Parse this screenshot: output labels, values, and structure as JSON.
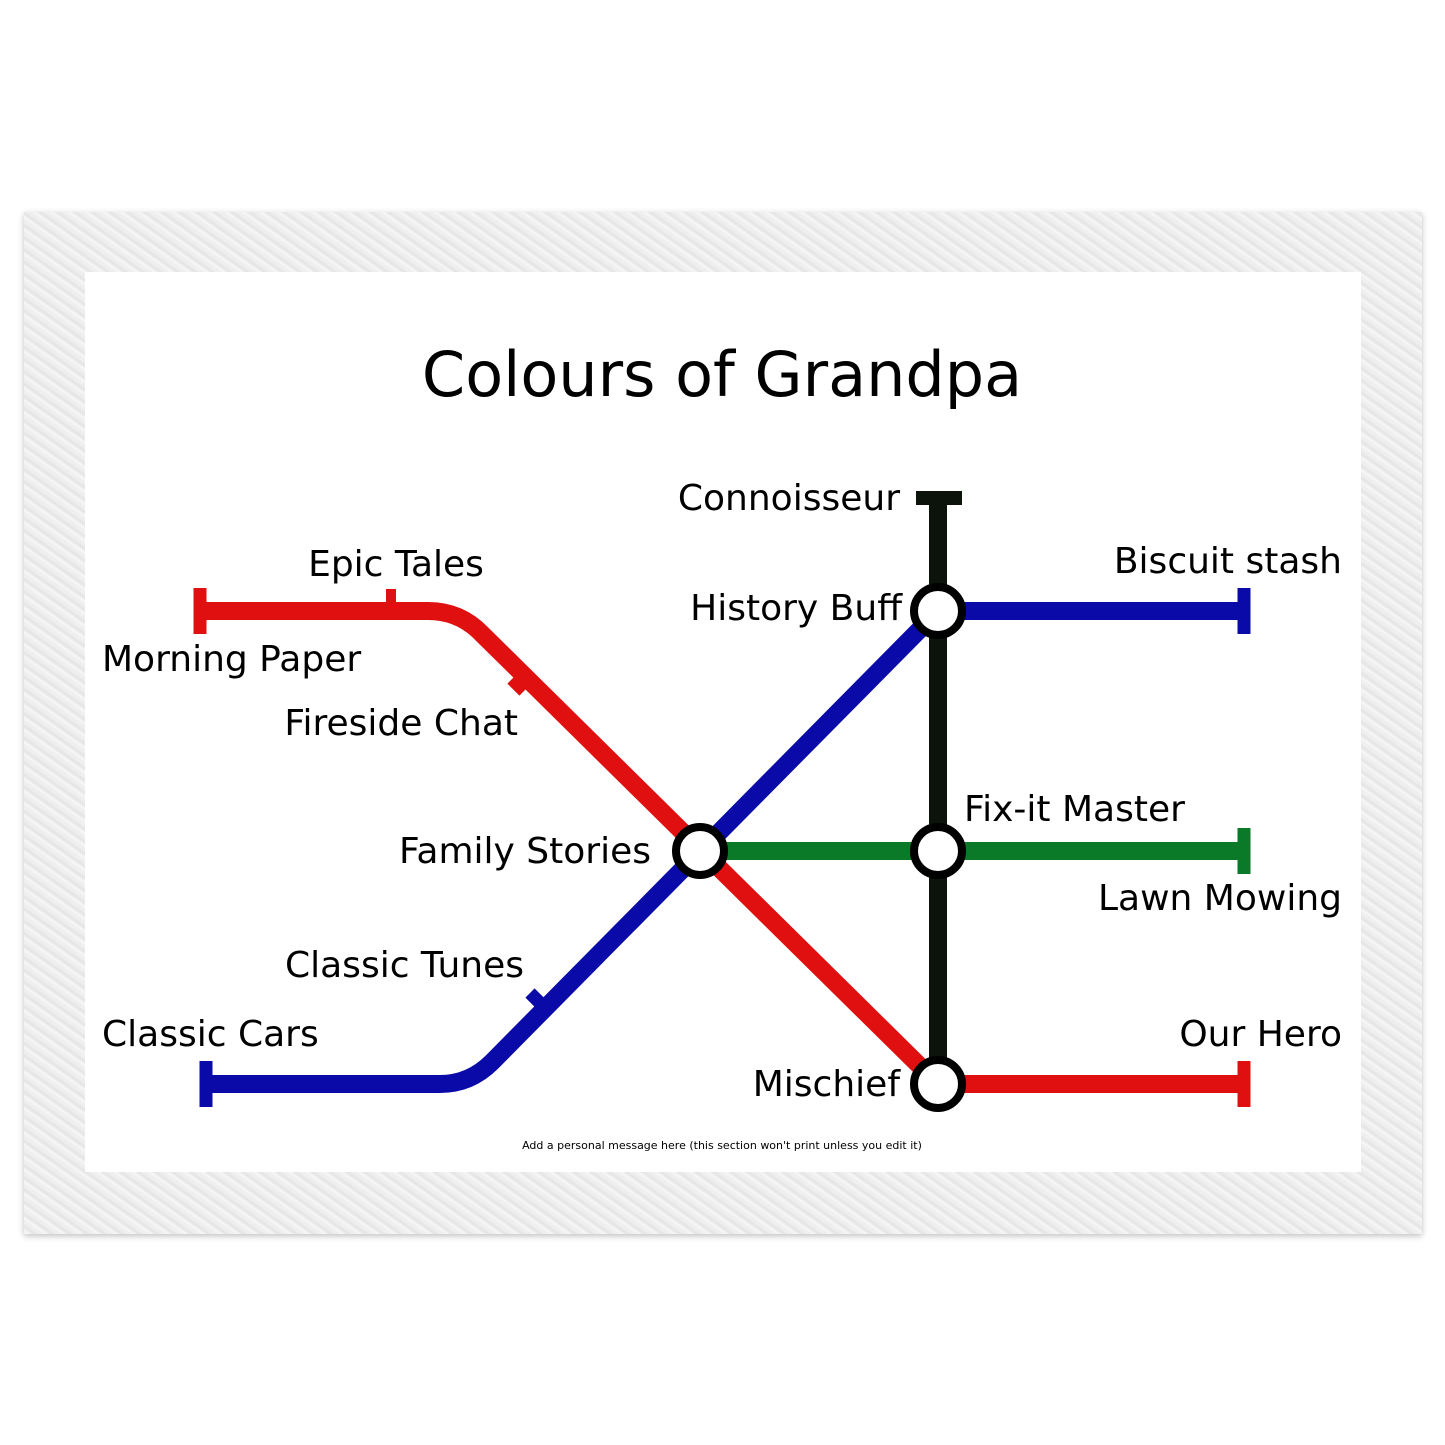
{
  "title": "Colours of Grandpa",
  "footer": "Add a personal message here (this section won't print unless you edit it)",
  "lines": {
    "red": "#e01010",
    "blue": "#0a0aa8",
    "green": "#0a7a28",
    "black": "#0b130b"
  },
  "stations": {
    "connoisseur": "Connoisseur",
    "epic_tales": "Epic Tales",
    "biscuit_stash": "Biscuit stash",
    "history_buff": "History Buff",
    "morning_paper": "Morning Paper",
    "fireside_chat": "Fireside Chat",
    "fix_it_master": "Fix-it Master",
    "family_stories": "Family Stories",
    "lawn_mowing": "Lawn Mowing",
    "classic_tunes": "Classic Tunes",
    "classic_cars": "Classic Cars",
    "our_hero": "Our Hero",
    "mischief": "Mischief"
  }
}
